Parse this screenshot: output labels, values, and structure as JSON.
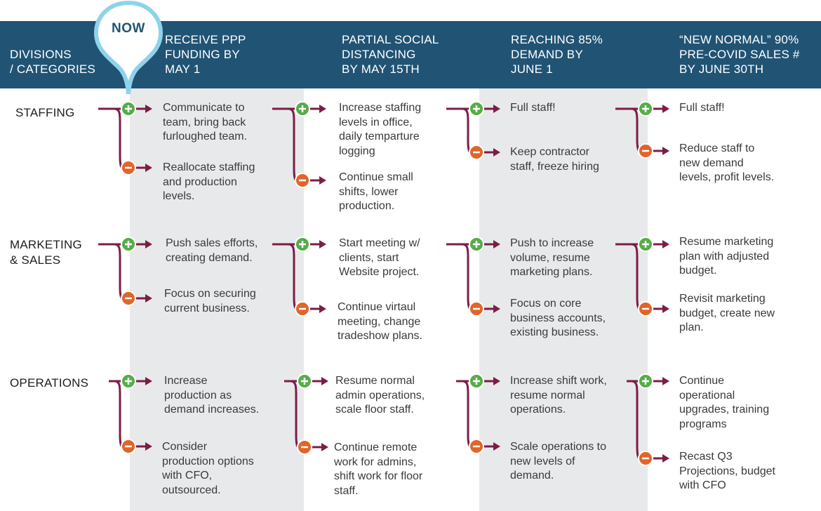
{
  "header": {
    "categories_label": "DIVISIONS\n/ CATEGORIES",
    "marker_label": "NOW",
    "phases": [
      "RECEIVE PPP\nFUNDING BY\nMAY 1",
      "PARTIAL SOCIAL\nDISTANCING\nBY MAY 15TH",
      "REACHING 85%\nDEMAND BY\nJUNE 1",
      "“NEW NORMAL” 90%\nPRE-COVID SALES #\nBY JUNE 30TH"
    ]
  },
  "colors": {
    "header_bg": "#215374",
    "band_bg": "#e8e9ea",
    "plus_green": "#55ad47",
    "minus_orange": "#e0652b",
    "arrow_maroon": "#7c1d47",
    "pin_blue": "#8fd3ea"
  },
  "rows": [
    {
      "label": "STAFFING",
      "cells": [
        {
          "plus": "Communicate to\nteam, bring back\nfurloughed team.",
          "minus": "Reallocate staffing\nand production\nlevels."
        },
        {
          "plus": "Increase staffing\nlevels in office,\ndaily temparture\nlogging",
          "minus": "Continue small\nshifts, lower\nproduction."
        },
        {
          "plus": "Full staff!",
          "minus": "Keep contractor\nstaff, freeze hiring"
        },
        {
          "plus": "Full staff!",
          "minus": "Reduce staff to\nnew demand\nlevels, profit levels."
        }
      ]
    },
    {
      "label": "MARKETING\n& SALES",
      "cells": [
        {
          "plus": "Push sales efforts,\ncreating demand.",
          "minus": "Focus on securing\ncurrent business."
        },
        {
          "plus": "Start meeting w/\nclients, start\nWebsite project.",
          "minus": "Continue virtaul\nmeeting, change\ntradeshow plans."
        },
        {
          "plus": "Push to increase\nvolume, resume\nmarketing plans.",
          "minus": "Focus on core\nbusiness accounts,\nexisting business."
        },
        {
          "plus": "Resume marketing\nplan with adjusted\nbudget.",
          "minus": "Revisit marketing\nbudget, create new\nplan."
        }
      ]
    },
    {
      "label": "OPERATIONS",
      "cells": [
        {
          "plus": "Increase\nproduction as\ndemand increases.",
          "minus": "Consider\nproduction options\nwith CFO,\noutsourced."
        },
        {
          "plus": "Resume normal\nadmin operations,\nscale floor staff.",
          "minus": "Continue remote\nwork for admins,\nshift work for floor\nstaff."
        },
        {
          "plus": "Increase shift work,\nresume normal\noperations.",
          "minus": "Scale operations to\nnew levels of\ndemand."
        },
        {
          "plus": "Continue\noperational\nupgrades, training\nprograms",
          "minus": "Recast Q3\nProjections, budget\nwith CFO"
        }
      ]
    }
  ]
}
